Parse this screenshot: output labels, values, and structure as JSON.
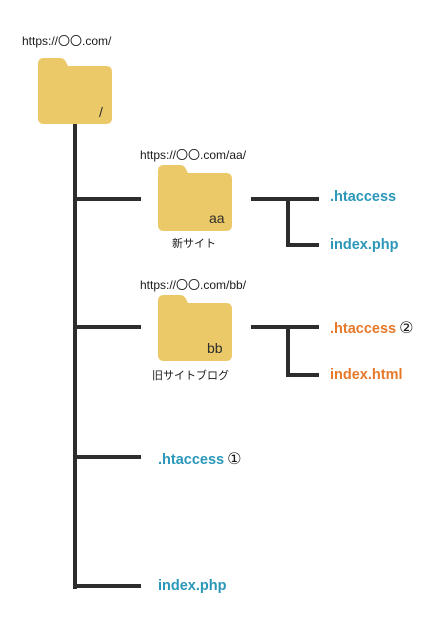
{
  "root": {
    "url": "https://〇〇.com/",
    "folder_label": "/"
  },
  "aa": {
    "url": "https://〇〇.com/aa/",
    "folder_label": "aa",
    "caption": "新サイト",
    "files": [
      ".htaccess",
      "index.php"
    ]
  },
  "bb": {
    "url": "https://〇〇.com/bb/",
    "folder_label": "bb",
    "caption": "旧サイトブログ",
    "files": [
      ".htaccess",
      "index.html"
    ],
    "htaccess_marker": "②"
  },
  "root_files": {
    "htaccess": ".htaccess",
    "htaccess_marker": "①",
    "index": "index.php"
  },
  "colors": {
    "folder": "#ecc968",
    "line": "#2d2d2d",
    "blue_text": "#2b97b9",
    "orange_text": "#e6792b"
  },
  "icons": [
    "folder-icon"
  ]
}
